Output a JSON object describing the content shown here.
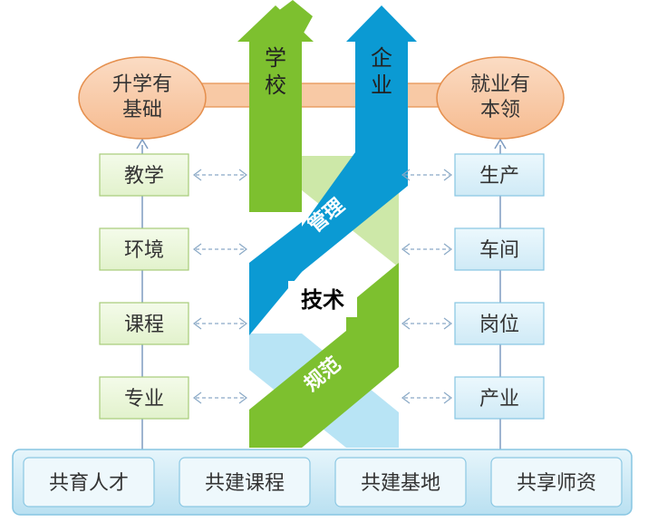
{
  "goals": {
    "left": [
      "升学有",
      "基础"
    ],
    "right": [
      "就业有",
      "本领"
    ]
  },
  "arrows": {
    "school": [
      "学",
      "校"
    ],
    "enterprise": [
      "企",
      "业"
    ]
  },
  "bands": {
    "management": "管理",
    "technology": "技术",
    "standard": "规范"
  },
  "school_items": [
    "教学",
    "环境",
    "课程",
    "专业"
  ],
  "enterprise_items": [
    "生产",
    "车间",
    "岗位",
    "产业"
  ],
  "bottom_items": [
    "共育人才",
    "共建课程",
    "共建基地",
    "共享师资"
  ],
  "colors": {
    "school_green": "#7dc02f",
    "enterprise_blue": "#0b9ad3",
    "goal_orange": "#f8c9a5",
    "goal_border": "#e58f4d",
    "light_green_box": "#ebf6dc",
    "light_blue_box": "#dcf1f9",
    "bottom_bar": "#cfeaf6"
  }
}
